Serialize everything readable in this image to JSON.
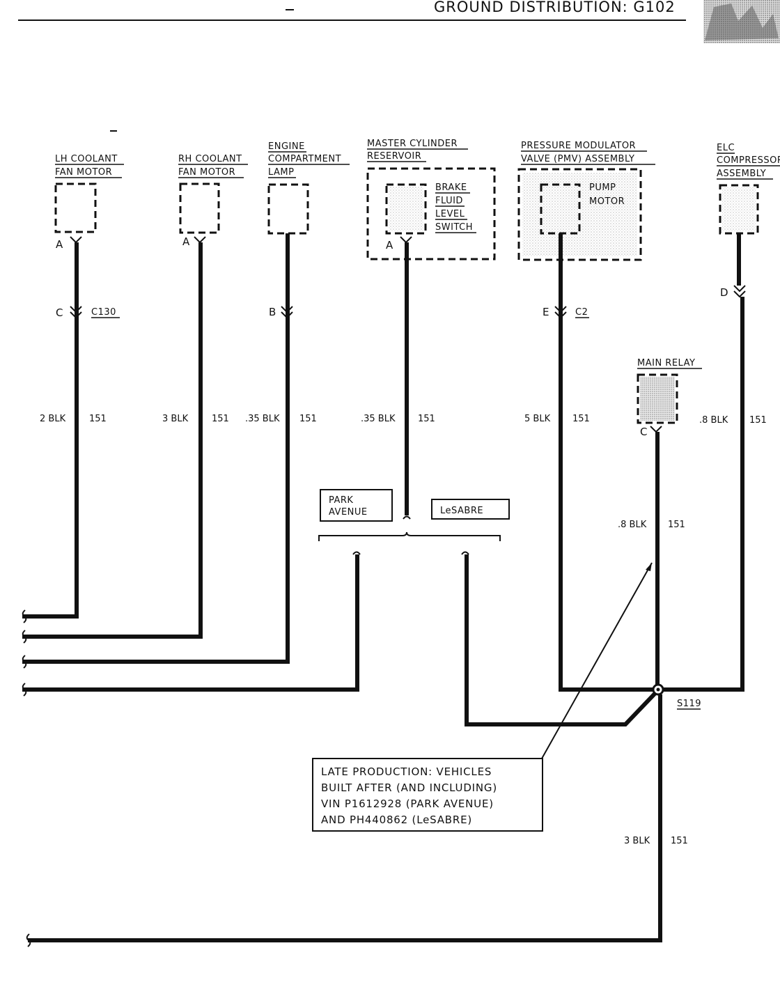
{
  "header": {
    "title": "GROUND DISTRIBUTION: G102"
  },
  "components": {
    "lh_fan": {
      "line1": "LH COOLANT",
      "line2": "FAN MOTOR",
      "pin": "A"
    },
    "rh_fan": {
      "line1": "RH COOLANT",
      "line2": "FAN MOTOR",
      "pin": "A"
    },
    "engine_lamp": {
      "line1": "ENGINE",
      "line2": "COMPARTMENT",
      "line3": "LAMP"
    },
    "master_cyl": {
      "line1": "MASTER CYLINDER",
      "line2": "RESERVOIR",
      "pin": "A",
      "switch": [
        "BRAKE",
        "FLUID",
        "LEVEL",
        "SWITCH"
      ]
    },
    "pmv": {
      "line1": "PRESSURE MODULATOR",
      "line2": "VALVE  (PMV)  ASSEMBLY",
      "inner1": "PUMP",
      "inner2": "MOTOR"
    },
    "elc": {
      "line1": "ELC",
      "line2": "COMPRESSOR",
      "line3": "ASSEMBLY"
    },
    "main_relay": {
      "label": "MAIN RELAY",
      "pin": "C"
    }
  },
  "connectors": {
    "c130": {
      "name": "C130",
      "pin": "C"
    },
    "engine_lamp_pin": "B",
    "c2": {
      "name": "C2",
      "pin": "E"
    },
    "elc_pin": "D"
  },
  "wires": [
    {
      "id": "w1",
      "gauge": "2 BLK",
      "circuit": "151"
    },
    {
      "id": "w2",
      "gauge": "3 BLK",
      "circuit": "151"
    },
    {
      "id": "w3",
      "gauge": ".35 BLK",
      "circuit": "151"
    },
    {
      "id": "w4",
      "gauge": ".35 BLK",
      "circuit": "151"
    },
    {
      "id": "w5",
      "gauge": "5 BLK",
      "circuit": "151"
    },
    {
      "id": "w6",
      "gauge": ".8 BLK",
      "circuit": "151"
    },
    {
      "id": "w7",
      "gauge": ".8 BLK",
      "circuit": "151"
    },
    {
      "id": "w8",
      "gauge": "3 BLK",
      "circuit": "151"
    }
  ],
  "variants": {
    "park_avenue_1": "PARK",
    "park_avenue_2": "AVENUE",
    "lesabre": "LeSABRE"
  },
  "splice": {
    "name": "S119"
  },
  "note": {
    "lines": [
      "LATE PRODUCTION: VEHICLES",
      "BUILT AFTER (AND INCLUDING)",
      "VIN P1612928 (PARK AVENUE)",
      "AND PH440862 (LeSABRE)"
    ]
  }
}
